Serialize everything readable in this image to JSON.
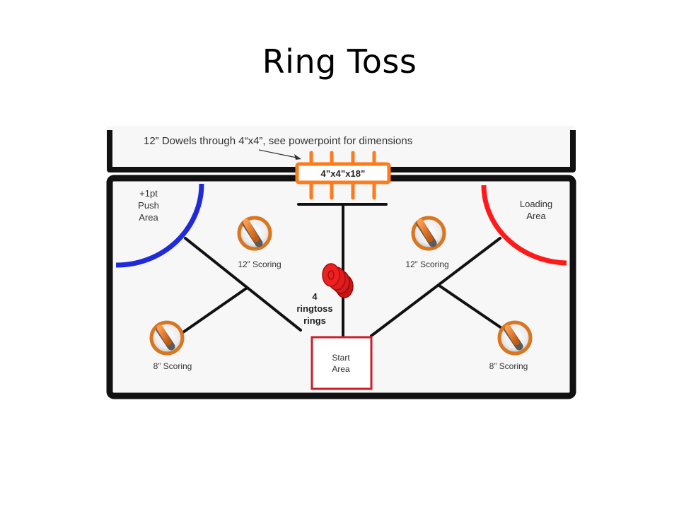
{
  "title": "Ring Toss",
  "top_note": "12” Dowels through 4“x4”, see powerpoint for dimensions",
  "beam_label": "4”x4”x18”",
  "push_area": {
    "line1": "+1pt",
    "line2": "Push",
    "line3": "Area"
  },
  "loading_area": {
    "line1": "Loading",
    "line2": "Area"
  },
  "scoring_12_left": "12” Scoring",
  "scoring_12_right": "12” Scoring",
  "scoring_8_left": "8” Scoring",
  "scoring_8_right": "8” Scoring",
  "rings": {
    "line1": "4",
    "line2": "ringtoss",
    "line3": "rings"
  },
  "start_area": {
    "line1": "Start",
    "line2": "Area"
  },
  "colors": {
    "border": "#111111",
    "field_bg": "#f7f7f7",
    "push_arc": "#1f2bd8",
    "loading_arc": "#ff1a1a",
    "beam_orange": "#ff7a1a",
    "peg_orange": "#d9761f",
    "ring_red": "#e31b1b",
    "start_box": "#c8202a"
  }
}
